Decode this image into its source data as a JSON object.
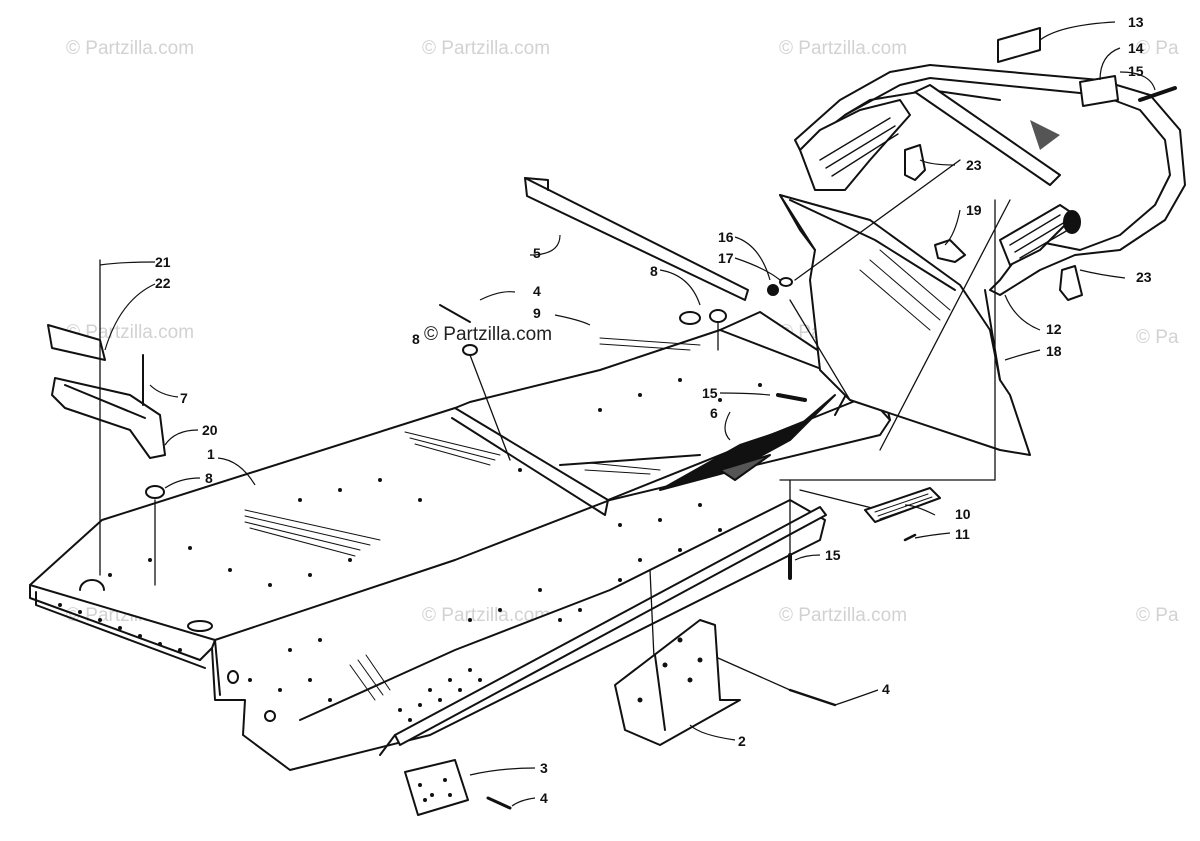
{
  "watermark": {
    "text": "© Partzilla.com",
    "edge_text": "© Pa",
    "color": "#d2d2d2"
  },
  "diagram": {
    "line_color": "#111111",
    "callouts": {
      "c1": "1",
      "c2": "2",
      "c3": "3",
      "c4a": "4",
      "c4b": "4",
      "c4c": "4",
      "c5": "5",
      "c6": "6",
      "c7": "7",
      "c8a": "8",
      "c8b": "8",
      "c8c": "8",
      "c9": "9",
      "c10": "10",
      "c11": "11",
      "c12": "12",
      "c13": "13",
      "c14": "14",
      "c15a": "15",
      "c15b": "15",
      "c15c": "15",
      "c16": "16",
      "c17": "17",
      "c18": "18",
      "c19": "19",
      "c20": "20",
      "c21": "21",
      "c22": "22",
      "c23a": "23",
      "c23b": "23"
    }
  }
}
